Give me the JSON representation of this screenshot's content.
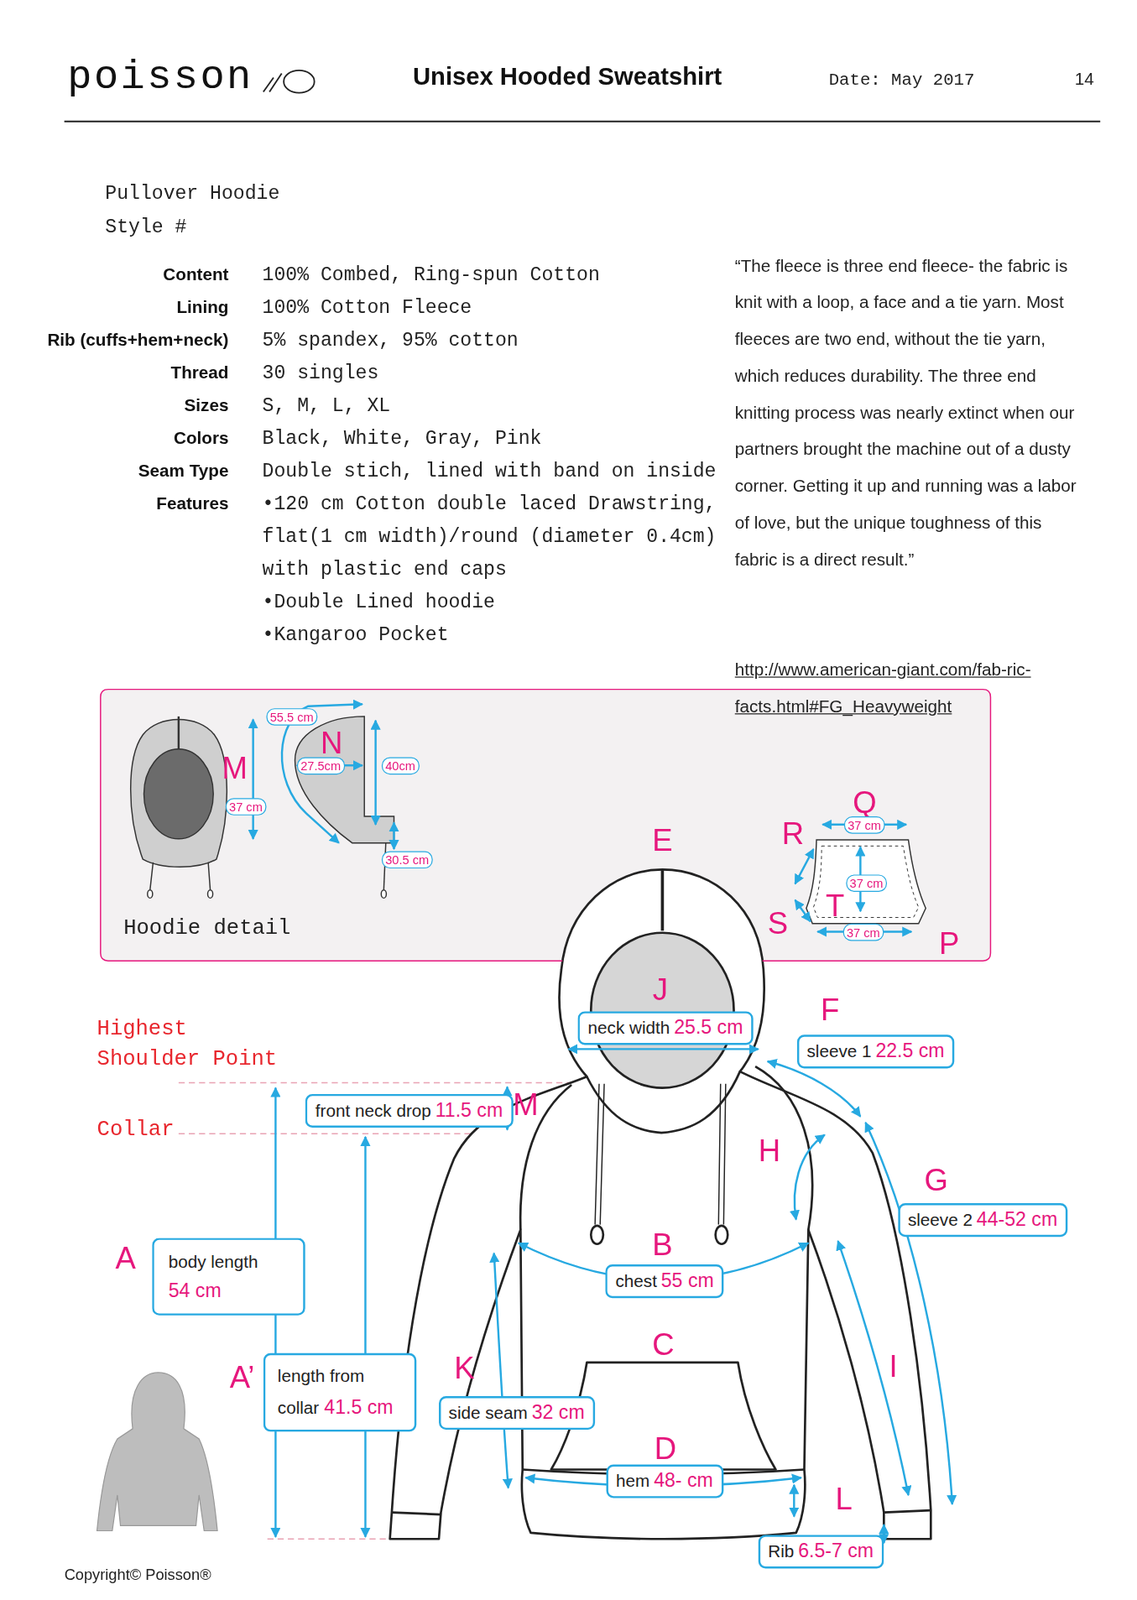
{
  "diagram": {
    "title": "Unisex Hooded Sweatshirt",
    "nodes": [
      {
        "text": [
          "Hoodie detail"
        ]
      },
      {
        "text": [
          "55.5 cm"
        ],
        "in": 0
      },
      {
        "text": [
          "27.5cm"
        ],
        "in": 0
      },
      {
        "text": [
          "40cm"
        ],
        "in": 0
      },
      {
        "text": [
          "37 cm"
        ],
        "in": 0
      },
      {
        "text": [
          "30.5 cm"
        ],
        "in": 0
      },
      {
        "text": [
          "37 cm"
        ],
        "in": 0
      },
      {
        "text": [
          "37 cm"
        ],
        "in": 0
      },
      {
        "text": [
          "37 cm"
        ],
        "in": 0
      },
      {
        "text": [
          "neck width",
          "25.5 cm"
        ]
      },
      {
        "text": [
          "sleeve 1",
          "22.5 cm"
        ]
      },
      {
        "text": [
          "front neck drop",
          "11.5 cm"
        ]
      },
      {
        "text": [
          "sleeve 2",
          "44-52 cm"
        ]
      },
      {
        "text": [
          "chest",
          "55 cm"
        ]
      },
      {
        "text": [
          "body length",
          "54 cm"
        ]
      },
      {
        "text": [
          "length from collar",
          "41.5 cm"
        ]
      },
      {
        "text": [
          "side seam",
          "32 cm"
        ]
      },
      {
        "text": [
          "hem",
          "48- cm"
        ]
      },
      {
        "text": [
          "Rib",
          "6.5-7 cm"
        ]
      }
    ],
    "labels": [
      "poisson",
      "Date: May 2017",
      "14",
      "Pullover Hoodie",
      "Style #",
      "Content",
      "100% Combed, Ring-spun Cotton",
      "Lining",
      "100% Cotton Fleece",
      "Rib (cuffs+hem+neck)",
      "5% spandex, 95% cotton",
      "Thread",
      "30 singles",
      "Sizes",
      "S, M, L, XL",
      "Colors",
      "Black, White, Gray, Pink",
      "Seam Type",
      "Double stich, lined with band on inside",
      "Features",
      "•120 cm Cotton double laced Drawstring, flat(1 cm width)/round (diameter 0.4cm) with plastic end caps",
      "•Double Lined hoodie",
      "•Kangaroo Pocket",
      "“The fleece is three end fleece- the fabric is knit with a loop, a face and a tie yarn. Most fleeces are two end, without the tie yarn, which reduces durability. The three end knitting process was nearly extinct when our partners brought the machine out of a dusty corner. Getting it up and running was a labor of love, but the unique toughness of this fabric is a direct result.”",
      "http://www.american-giant.com/fab-ric-facts.html#FG_Heavyweight",
      "Highest Shoulder Point",
      "Collar",
      "Copyright© Poisson®",
      "M",
      "N",
      "E",
      "Q",
      "R",
      "T",
      "S",
      "P",
      "J",
      "F",
      "M",
      "H",
      "G",
      "B",
      "A",
      "C",
      "A’",
      "K",
      "I",
      "D",
      "L"
    ]
  }
}
